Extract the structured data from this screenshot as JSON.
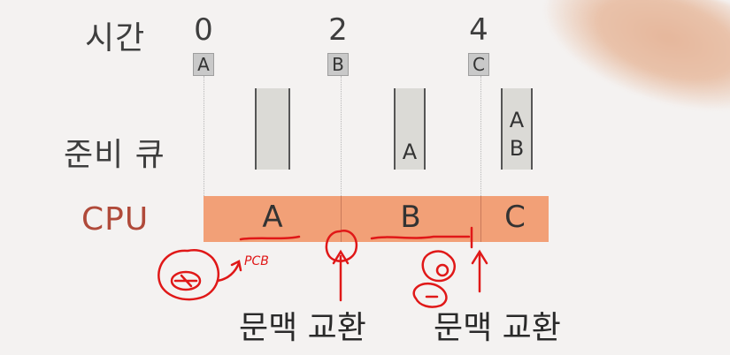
{
  "labels": {
    "time": "시간",
    "ready_queue": "준비 큐",
    "cpu": "CPU"
  },
  "time_ticks": [
    {
      "value": "0",
      "arrival": "A"
    },
    {
      "value": "2",
      "arrival": "B"
    },
    {
      "value": "4",
      "arrival": "C"
    }
  ],
  "ready_queue": [
    {
      "items": []
    },
    {
      "items": [
        "A"
      ]
    },
    {
      "items": [
        "A",
        "B"
      ]
    }
  ],
  "cpu_segments": [
    "A",
    "B",
    "C"
  ],
  "context_switch": [
    "문맥 교환",
    "문맥 교환"
  ],
  "handwriting": "PCB",
  "colors": {
    "cpu_bar": "#f2a077",
    "cpu_label": "#b04a3a",
    "arrival_box": "#c9c9c9",
    "ink": "#e01818"
  }
}
